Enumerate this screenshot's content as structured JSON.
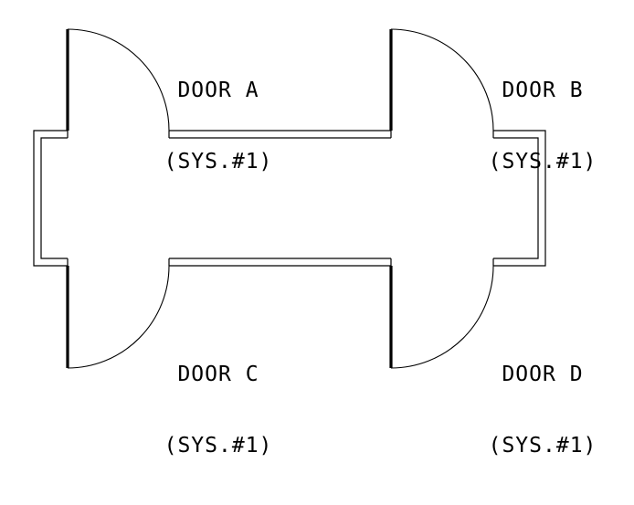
{
  "doors": [
    {
      "id": "a",
      "name": "DOOR A",
      "system": "(SYS.#1)"
    },
    {
      "id": "b",
      "name": "DOOR B",
      "system": "(SYS.#1)"
    },
    {
      "id": "c",
      "name": "DOOR C",
      "system": "(SYS.#1)"
    },
    {
      "id": "d",
      "name": "DOOR D",
      "system": "(SYS.#1)"
    }
  ],
  "colors": {
    "line": "#000000",
    "background": "#ffffff"
  }
}
